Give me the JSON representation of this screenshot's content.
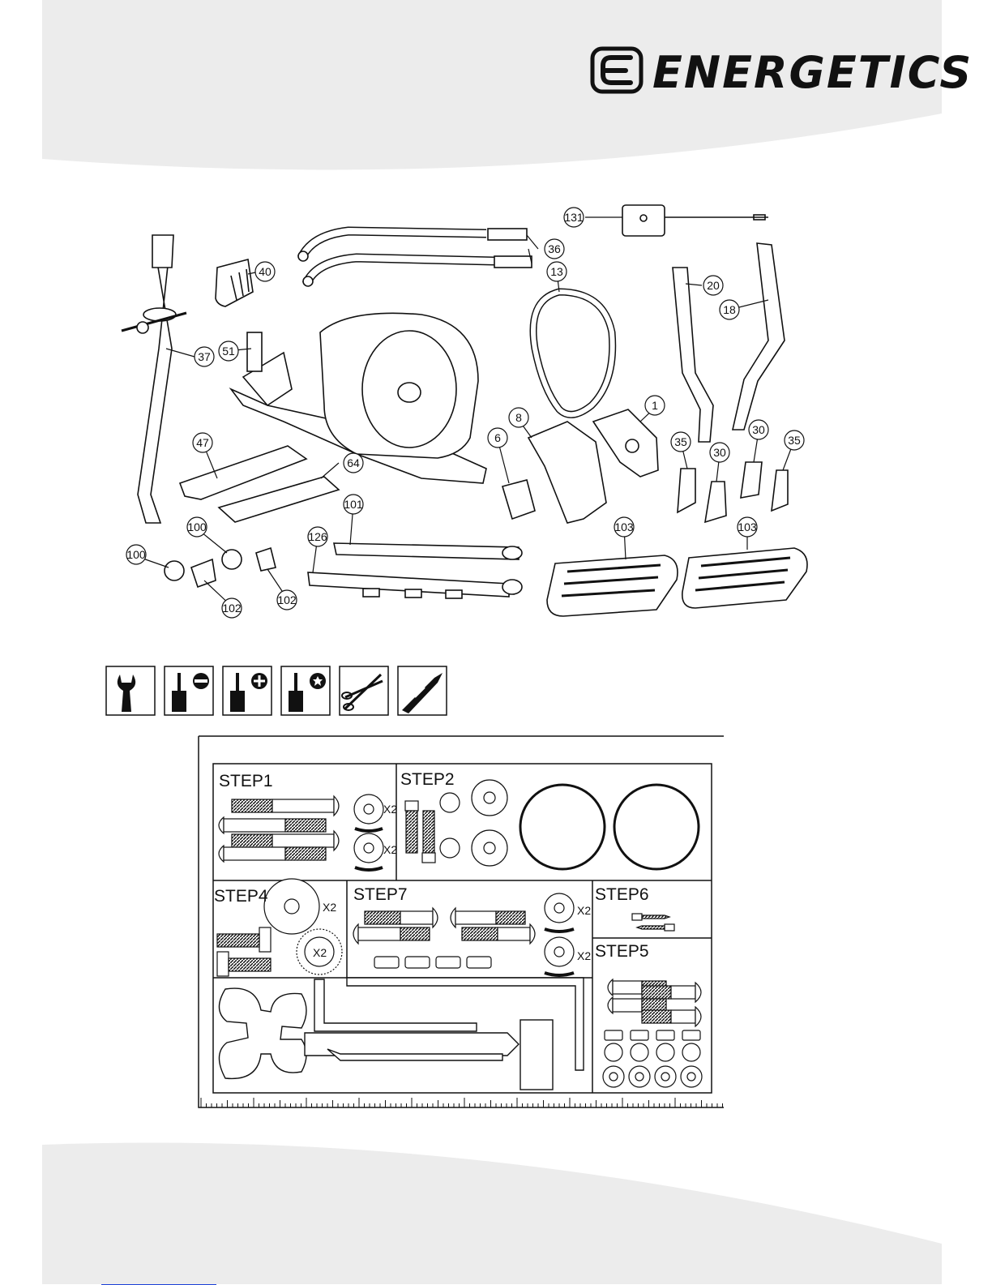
{
  "brand": {
    "name": "ENERGETICS",
    "logo_icon": "energetics-e-logo-icon"
  },
  "parts": {
    "callouts": [
      "131",
      "36",
      "40",
      "13",
      "20",
      "18",
      "51",
      "37",
      "47",
      "64",
      "8",
      "1",
      "6",
      "35",
      "30",
      "30",
      "35",
      "101",
      "126",
      "100",
      "100",
      "102",
      "102",
      "103",
      "103"
    ]
  },
  "tools": {
    "icons": [
      "wrench-icon",
      "flat-screwdriver-icon",
      "phillips-screwdriver-icon",
      "torx-screwdriver-icon",
      "scissors-icon",
      "utility-knife-icon"
    ]
  },
  "hardware_card": {
    "steps": {
      "step1": "STEP1",
      "step2": "STEP2",
      "step4": "STEP4",
      "step7": "STEP7",
      "step6": "STEP6",
      "step5": "STEP5"
    },
    "multipliers": {
      "step1_a": "X2",
      "step1_b": "X2",
      "step4_a": "X2",
      "step4_b": "X2",
      "step7_a": "X2",
      "step7_b": "X2"
    }
  },
  "colors": {
    "page_band": "#ececec",
    "line": "#111111",
    "link_underline": "#1a3fd6"
  }
}
